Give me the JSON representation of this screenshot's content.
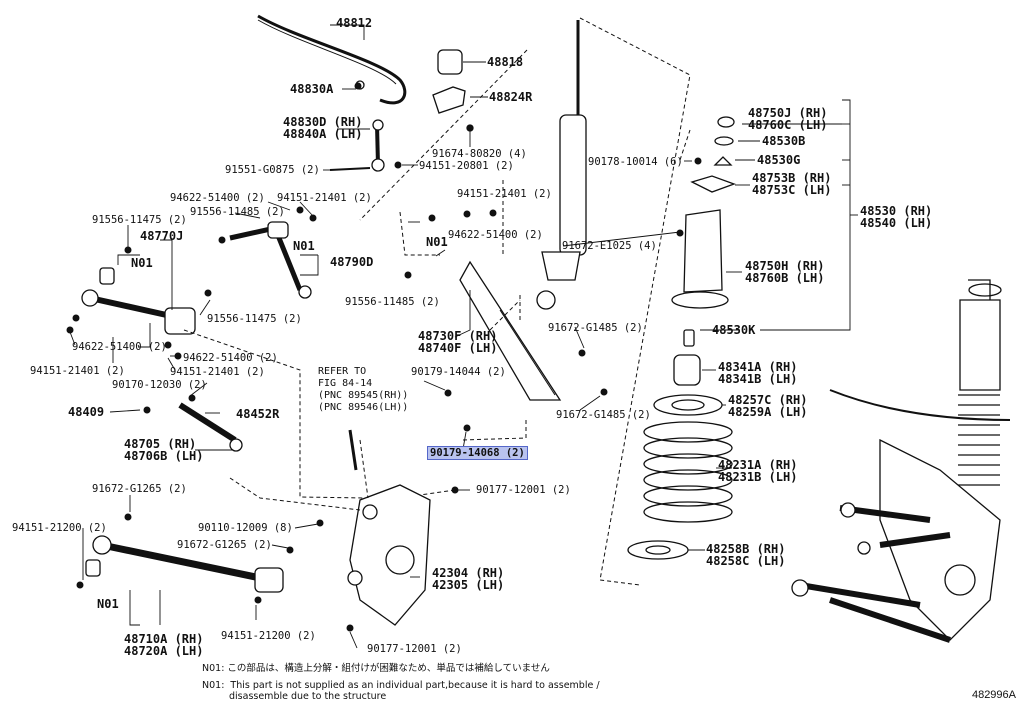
{
  "diagram_code": "482996A",
  "highlighted_part": "90179-14068 (2)",
  "parts": {
    "p48812": "48812",
    "p48818": "48818",
    "p48830a": "48830A",
    "p48824r": "48824R",
    "p48830d": [
      "48830D (RH)",
      "48840A (LH)"
    ],
    "p91674": "91674-80820 (4)",
    "p91551": "91551-G0875 (2)",
    "p94151_20801": "94151-20801 (2)",
    "p94622_51400_a": "94622-51400 (2)",
    "p94151_21401_a": "94151-21401 (2)",
    "p94151_21401_b": "94151-21401 (2)",
    "p91556_11475_a": "91556-11475 (2)",
    "p91556_11485_a": "91556-11485 (2)",
    "p48770j": "48770J",
    "n01_a": "N01",
    "n01_b": "N01",
    "n01_c": "N01",
    "n01_d": "N01",
    "p94622_51400_b": "94622-51400 (2)",
    "p48790d": "48790D",
    "p91556_11475_b": "91556-11475 (2)",
    "p91556_11485_b": "91556-11485 (2)",
    "p94622_51400_c": "94622-51400 (2)",
    "p94622_51400_d": "94622-51400 (2)",
    "p94151_21401_c": "94151-21401 (2)",
    "p94151_21401_d": "94151-21401 (2)",
    "p90170": "90170-12030 (2)",
    "p48409": "48409",
    "p48452r": "48452R",
    "p48705": [
      "48705 (RH)",
      "48706B (LH)"
    ],
    "p48730f": [
      "48730F (RH)",
      "48740F (LH)"
    ],
    "p90179_14044": "90179-14044 (2)",
    "p91672_g1485_a": "91672-G1485 (2)",
    "p91672_g1485_b": "91672-G1485 (2)",
    "p91672_e1025": "91672-E1025 (4)",
    "p90179_14068": "90179-14068 (2)",
    "p90177_a": "90177-12001 (2)",
    "p90177_b": "90177-12001 (2)",
    "p91672_g1265_a": "91672-G1265 (2)",
    "p91672_g1265_b": "91672-G1265 (2)",
    "p94151_21200_a": "94151-21200 (2)",
    "p94151_21200_b": "94151-21200 (2)",
    "p90110": "90110-12009 (8)",
    "p42304": [
      "42304 (RH)",
      "42305 (LH)"
    ],
    "p48710a": [
      "48710A (RH)",
      "48720A (LH)"
    ],
    "p48750j": [
      "48750J (RH)",
      "48760C (LH)"
    ],
    "p48530b": "48530B",
    "p90178": "90178-10014 (6)",
    "p48530g": "48530G",
    "p48753b": [
      "48753B (RH)",
      "48753C (LH)"
    ],
    "p48530": [
      "48530 (RH)",
      "48540 (LH)"
    ],
    "p48750h": [
      "48750H (RH)",
      "48760B (LH)"
    ],
    "p48530k": "48530K",
    "p48341a": [
      "48341A (RH)",
      "48341B (LH)"
    ],
    "p48257c": [
      "48257C (RH)",
      "48259A (LH)"
    ],
    "p48231a": [
      "48231A (RH)",
      "48231B (LH)"
    ],
    "p48258b": [
      "48258B (RH)",
      "48258C (LH)"
    ]
  },
  "refer": [
    "REFER TO",
    "FIG 84-14",
    "(PNC 89545(RH))",
    "(PNC 89546(LH))"
  ],
  "notes": {
    "jp": "N01: この部品は、構造上分解・組付けが困難なため、単品では補給していません",
    "en1": "N01:  This part is not supplied as an individual part,because it is hard to assemble /",
    "en2": "disassemble due to the structure"
  },
  "colors": {
    "highlight_bg": "#b9c3ef",
    "highlight_border": "#5567c9",
    "line": "#111111"
  }
}
